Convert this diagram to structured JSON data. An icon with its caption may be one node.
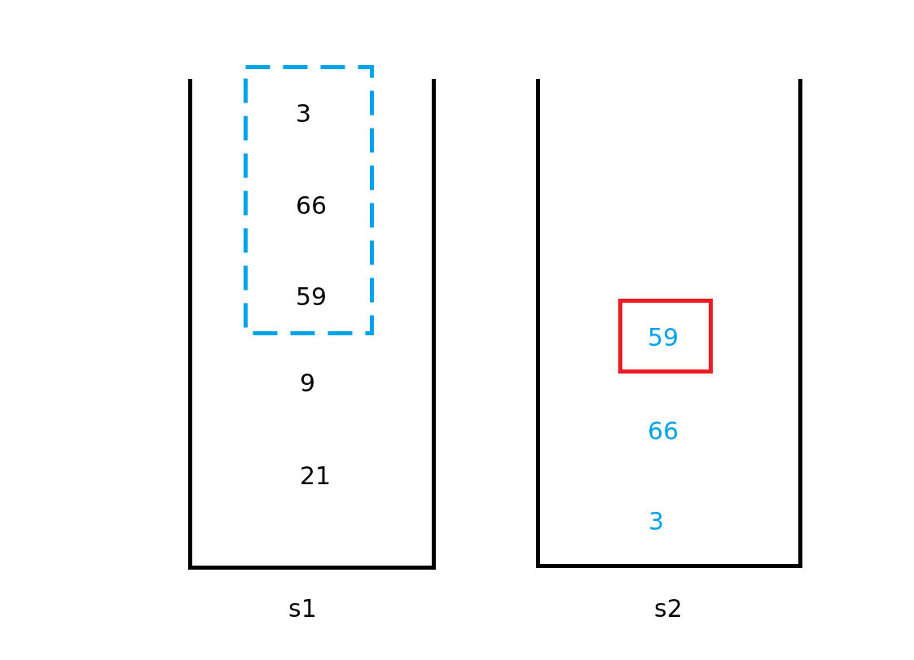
{
  "diagram": {
    "nodes": [
      {
        "text": [
          "9",
          "21",
          "s1"
        ]
      },
      {
        "text": [
          "3",
          "66",
          "59"
        ],
        "in": 0
      },
      {
        "text": [
          "66",
          "3",
          "s2"
        ]
      },
      {
        "text": [
          "59"
        ],
        "in": 2
      }
    ]
  }
}
